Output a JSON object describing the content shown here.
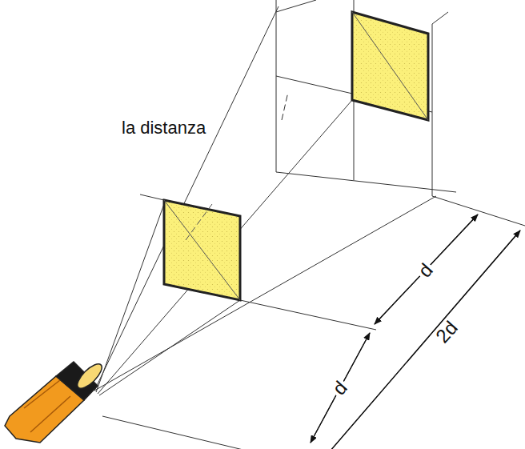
{
  "diagram": {
    "labels": [
      "la distanza",
      "d",
      "d",
      "2d"
    ]
  }
}
